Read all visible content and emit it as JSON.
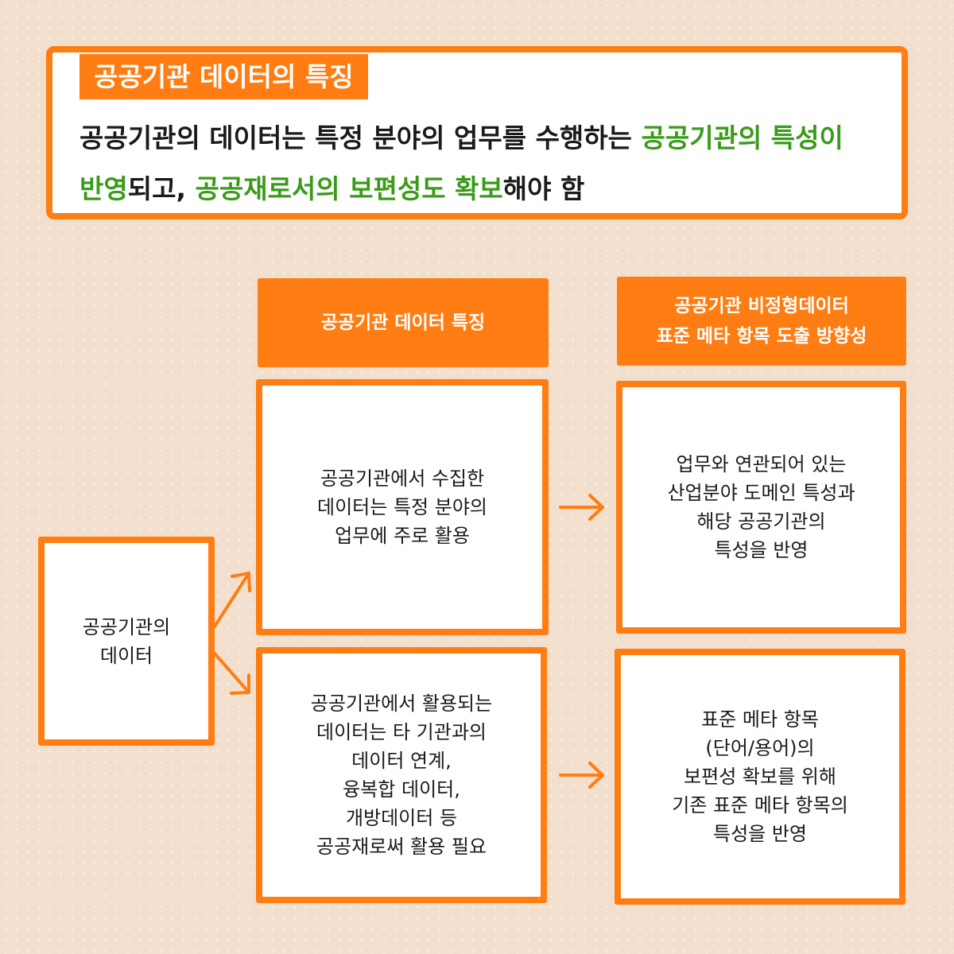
{
  "header": {
    "tag": "공공기관 데이터의 특징",
    "line1": {
      "text_plain": "공공기관의 데이터는 특정 분야의 업무를 수행하는 ",
      "text_green": "공공기관의 특성이"
    },
    "line2": {
      "green1": "반영",
      "plain1": "되고, ",
      "green2": "공공재로서의 보편성도 확보",
      "plain2": "해야 함"
    }
  },
  "diagram": {
    "left_box": {
      "lines": [
        "공공기관의",
        "데이터"
      ]
    },
    "col1_header": {
      "lines": [
        "공공기관 데이터 특징"
      ]
    },
    "col2_header": {
      "lines": [
        "공공기관 비정형데이터",
        "표준 메타 항목 도출 방향성"
      ]
    },
    "box_mid_top": {
      "lines": [
        "공공기관에서 수집한",
        "데이터는 특정 분야의",
        "업무에 주로 활용"
      ]
    },
    "box_mid_bottom": {
      "lines": [
        "공공기관에서 활용되는",
        "데이터는 타 기관과의",
        "데이터 연계,",
        "융복합 데이터,",
        "개방데이터 등",
        "공공재로써 활용 필요"
      ]
    },
    "box_right_top": {
      "lines": [
        "업무와 연관되어 있는",
        "산업분야 도메인 특성과",
        "해당 공공기관의",
        "특성을 반영"
      ]
    },
    "box_right_bottom": {
      "lines": [
        "표준 메타 항목",
        "(단어/용어)의",
        "보편성 확보를 위해",
        "기존 표준 메타 항목의",
        "특성을 반영"
      ]
    }
  },
  "colors": {
    "accent_orange": "#ff7d12",
    "highlight_green": "#3a9b19",
    "background": "#f2dfcd"
  }
}
